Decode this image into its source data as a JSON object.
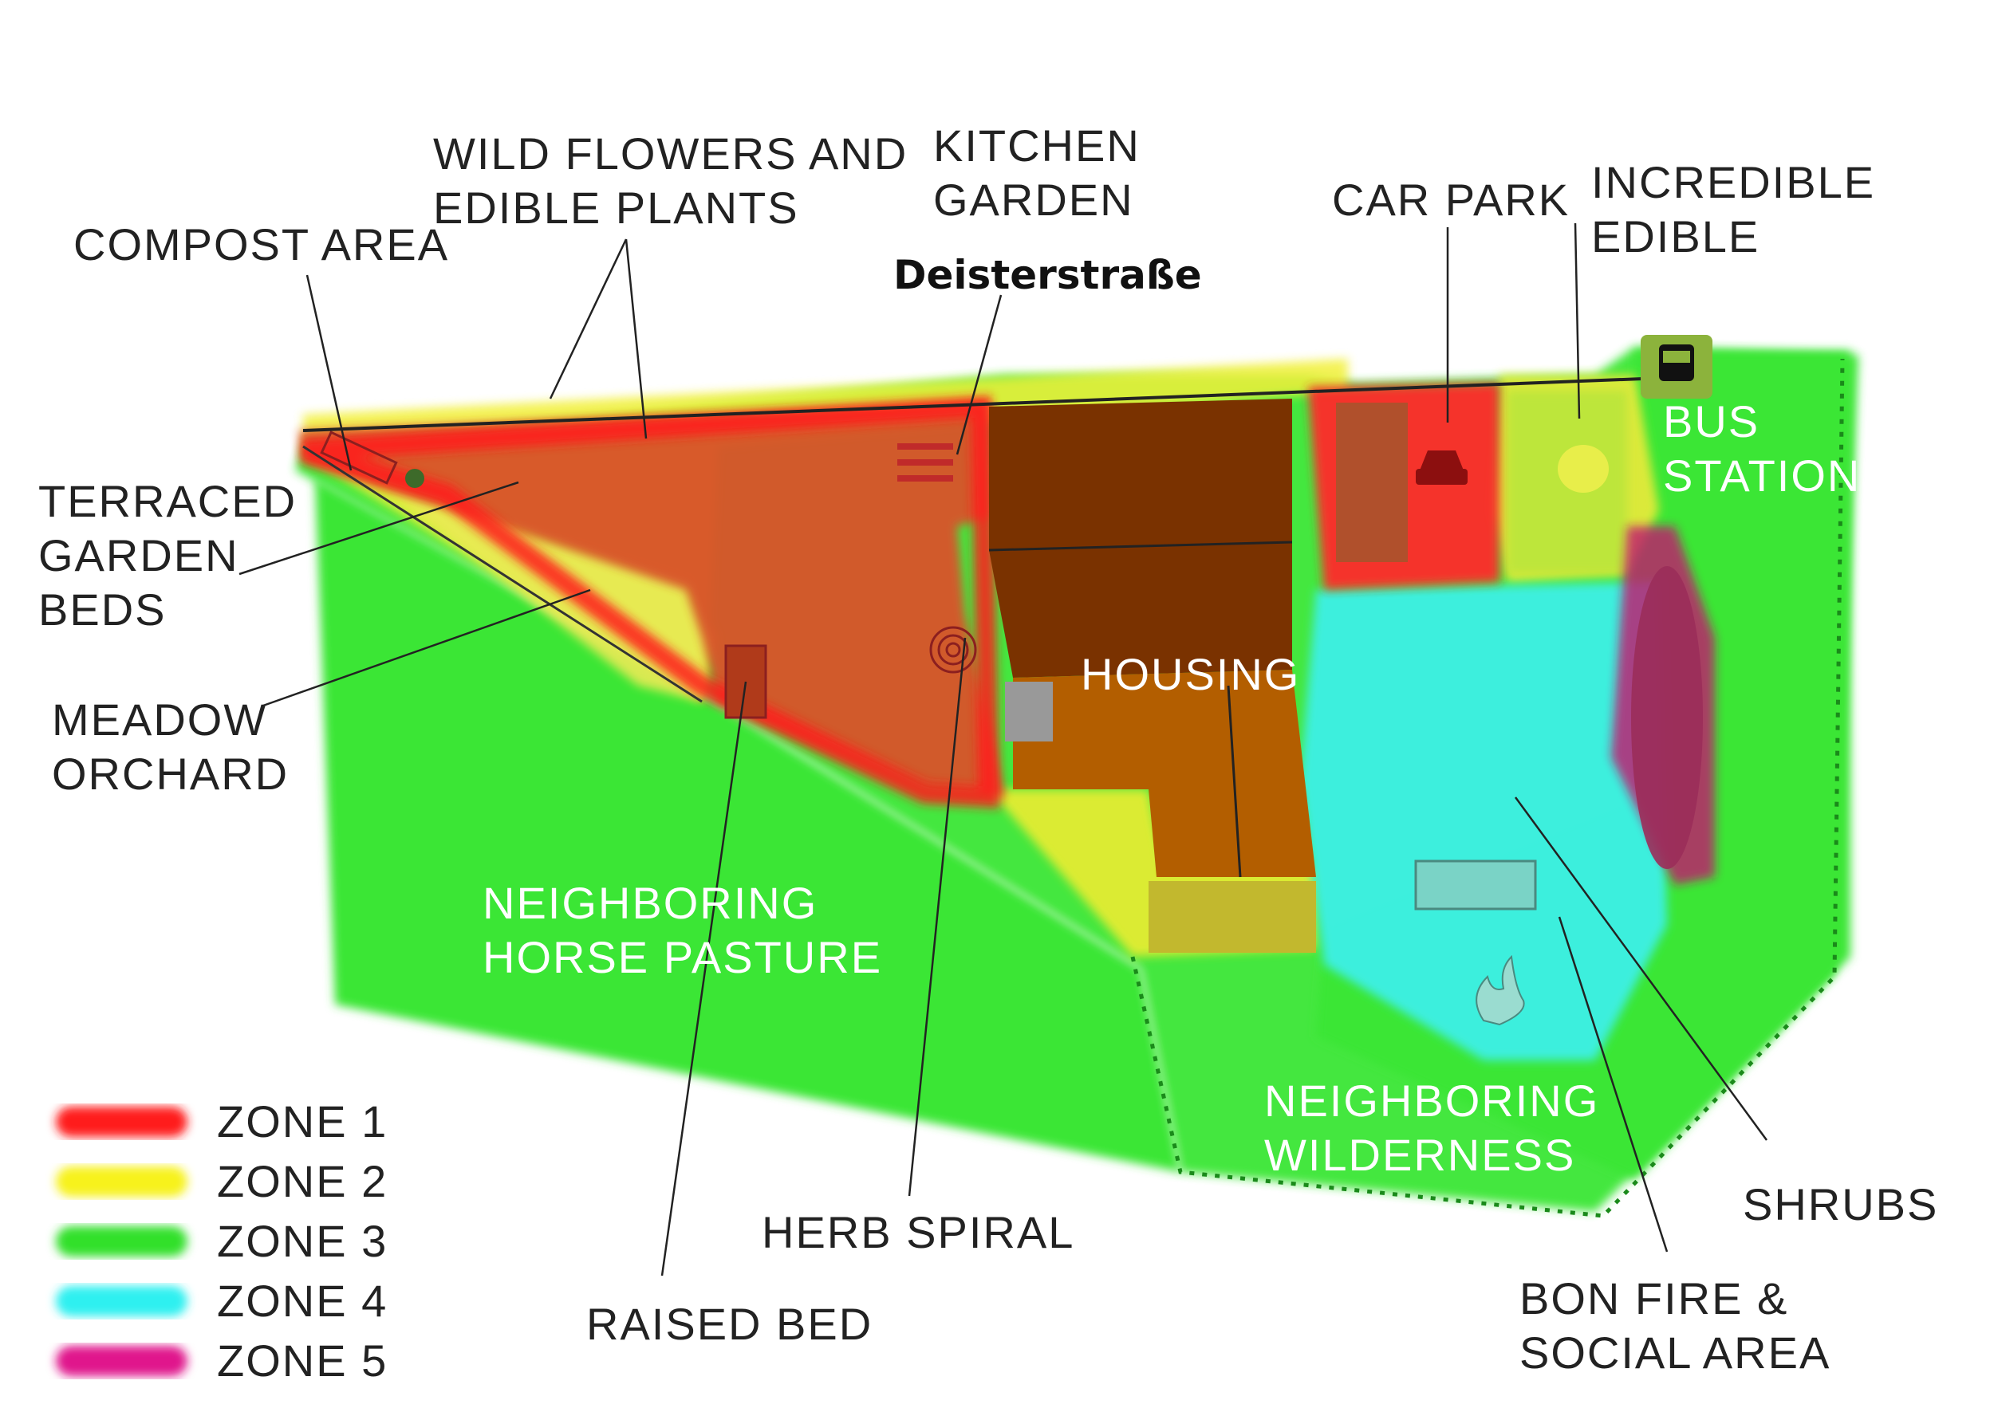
{
  "street": "Deisterstraße",
  "labels": {
    "compost_area": "COMPOST AREA",
    "wild_flowers_1": "WILD FLOWERS AND",
    "wild_flowers_2": "EDIBLE PLANTS",
    "kitchen_garden_1": "KITCHEN",
    "kitchen_garden_2": "GARDEN",
    "car_park": "CAR PARK",
    "incredible_edible_1": "INCREDIBLE",
    "incredible_edible_2": "EDIBLE",
    "bus_station_1": "BUS",
    "bus_station_2": "STATION",
    "terraced_1": "TERRACED",
    "terraced_2": "GARDEN",
    "terraced_3": "BEDS",
    "meadow_1": "MEADOW",
    "meadow_2": "ORCHARD",
    "housing": "HOUSING",
    "horse_1": "NEIGHBORING",
    "horse_2": "HORSE PASTURE",
    "wilderness_1": "NEIGHBORING",
    "wilderness_2": "WILDERNESS",
    "shrubs": "SHRUBS",
    "herb_spiral": "HERB SPIRAL",
    "raised_bed": "RAISED BED",
    "bonfire_1": "BON FIRE &",
    "bonfire_2": "SOCIAL AREA"
  },
  "legend": [
    {
      "label": "ZONE 1",
      "color": "#ff1a1a"
    },
    {
      "label": "ZONE 2",
      "color": "#f7f21a"
    },
    {
      "label": "ZONE 3",
      "color": "#33e02a"
    },
    {
      "label": "ZONE 4",
      "color": "#2ef0f0"
    },
    {
      "label": "ZONE 5",
      "color": "#e0178c"
    }
  ],
  "icons": [
    "bus-icon",
    "car-icon",
    "fire-icon",
    "herb-spiral-icon"
  ]
}
